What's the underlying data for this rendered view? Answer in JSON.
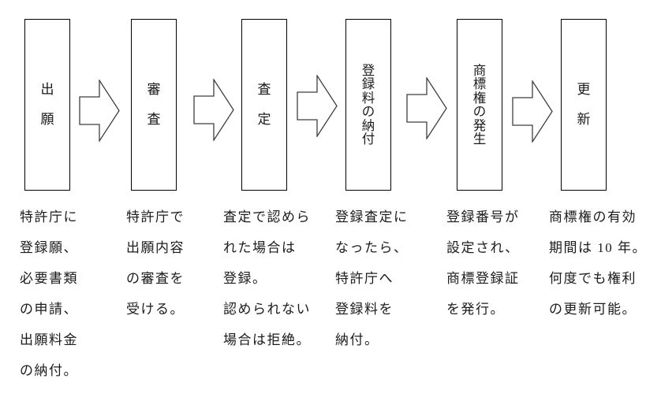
{
  "diagram_title": "trademark-registration-process-flow",
  "colors": {
    "background": "#ffffff",
    "box_border": "#000000",
    "arrow_outline": "#3f3f3f",
    "text": "#1c1c1c"
  },
  "steps": [
    {
      "label": "出\n願",
      "description": "特許庁に\n登録願、\n必要書類\nの申請、\n出願料金\nの納付。"
    },
    {
      "label": "審\n査",
      "description": "特許庁で\n出願内容\nの審査を\n受ける。"
    },
    {
      "label": "査\n定",
      "description": "査定で認めら\nれた場合は\n登録。\n認められない\n場合は拒絶。"
    },
    {
      "label": "登\n録\n料\nの\n納\n付",
      "description": "登録査定に\nなったら、\n特許庁へ\n登録料を\n納付。"
    },
    {
      "label": "商\n標\n権\nの\n発\n生",
      "description": "登録番号が\n設定され、\n商標登録証\nを発行。"
    },
    {
      "label": "更\n新",
      "description": "商標権の有効\n期間は 10 年。\n何度でも権利\nの更新可能。"
    }
  ]
}
